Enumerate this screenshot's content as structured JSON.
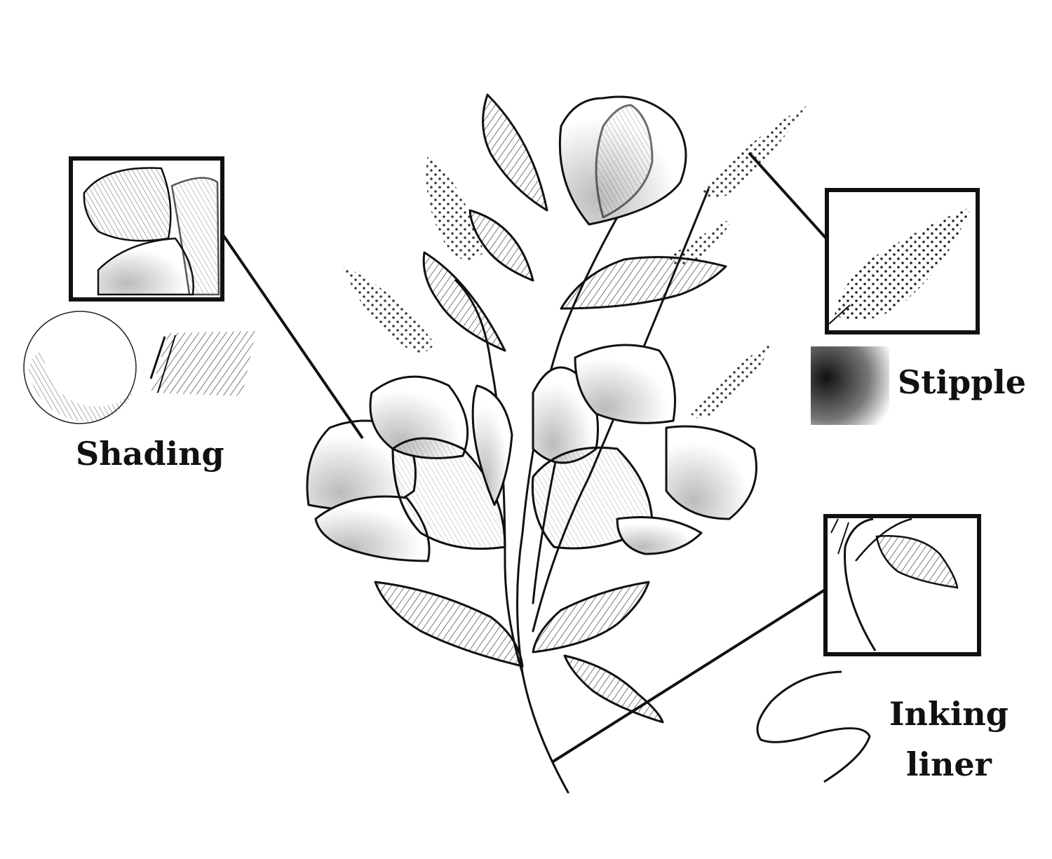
{
  "labels": {
    "shading": "Shading",
    "stipple": "Stipple",
    "inking_line1": "Inking",
    "inking_line2": "liner"
  },
  "colors": {
    "ink": "#111111",
    "background": "#ffffff"
  },
  "icons": [
    "flower-illustration",
    "shading-sphere-sample",
    "hatching-sample",
    "stipple-gradient-sample",
    "ink-stroke-sample"
  ]
}
